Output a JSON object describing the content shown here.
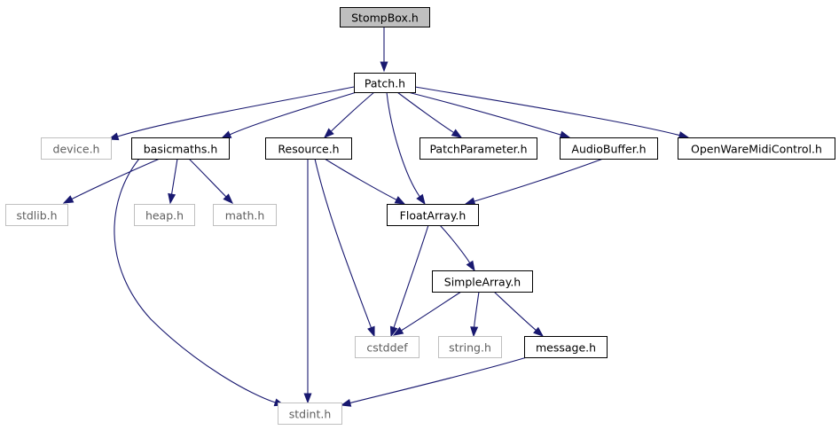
{
  "graph": {
    "nodes": [
      {
        "id": "stompbox",
        "label": "StompBox.h",
        "kind": "root"
      },
      {
        "id": "patch",
        "label": "Patch.h",
        "kind": "doc"
      },
      {
        "id": "device",
        "label": "device.h",
        "kind": "ext"
      },
      {
        "id": "basicmaths",
        "label": "basicmaths.h",
        "kind": "doc"
      },
      {
        "id": "resource",
        "label": "Resource.h",
        "kind": "doc"
      },
      {
        "id": "patchparameter",
        "label": "PatchParameter.h",
        "kind": "doc"
      },
      {
        "id": "audiobuffer",
        "label": "AudioBuffer.h",
        "kind": "doc"
      },
      {
        "id": "openwaremidi",
        "label": "OpenWareMidiControl.h",
        "kind": "doc"
      },
      {
        "id": "stdlib",
        "label": "stdlib.h",
        "kind": "ext"
      },
      {
        "id": "heap",
        "label": "heap.h",
        "kind": "ext"
      },
      {
        "id": "math",
        "label": "math.h",
        "kind": "ext"
      },
      {
        "id": "floatarray",
        "label": "FloatArray.h",
        "kind": "doc"
      },
      {
        "id": "simplearray",
        "label": "SimpleArray.h",
        "kind": "doc"
      },
      {
        "id": "cstddef",
        "label": "cstddef",
        "kind": "ext"
      },
      {
        "id": "string",
        "label": "string.h",
        "kind": "ext"
      },
      {
        "id": "message",
        "label": "message.h",
        "kind": "doc"
      },
      {
        "id": "stdint",
        "label": "stdint.h",
        "kind": "ext"
      }
    ],
    "edges": [
      {
        "from": "stompbox",
        "to": "patch"
      },
      {
        "from": "patch",
        "to": "device"
      },
      {
        "from": "patch",
        "to": "basicmaths"
      },
      {
        "from": "patch",
        "to": "resource"
      },
      {
        "from": "patch",
        "to": "floatarray"
      },
      {
        "from": "patch",
        "to": "patchparameter"
      },
      {
        "from": "patch",
        "to": "audiobuffer"
      },
      {
        "from": "patch",
        "to": "openwaremidi"
      },
      {
        "from": "basicmaths",
        "to": "stdlib"
      },
      {
        "from": "basicmaths",
        "to": "heap"
      },
      {
        "from": "basicmaths",
        "to": "math"
      },
      {
        "from": "basicmaths",
        "to": "stdint"
      },
      {
        "from": "resource",
        "to": "floatarray"
      },
      {
        "from": "resource",
        "to": "cstddef"
      },
      {
        "from": "resource",
        "to": "stdint"
      },
      {
        "from": "audiobuffer",
        "to": "floatarray"
      },
      {
        "from": "floatarray",
        "to": "cstddef"
      },
      {
        "from": "floatarray",
        "to": "simplearray"
      },
      {
        "from": "simplearray",
        "to": "cstddef"
      },
      {
        "from": "simplearray",
        "to": "string"
      },
      {
        "from": "simplearray",
        "to": "message"
      },
      {
        "from": "message",
        "to": "stdint"
      }
    ],
    "colors": {
      "edge": "#191970",
      "root_fill": "#bfbfbf",
      "border": "#000000",
      "external_border": "#bfbfbf",
      "external_text": "#5f5f5f"
    }
  }
}
